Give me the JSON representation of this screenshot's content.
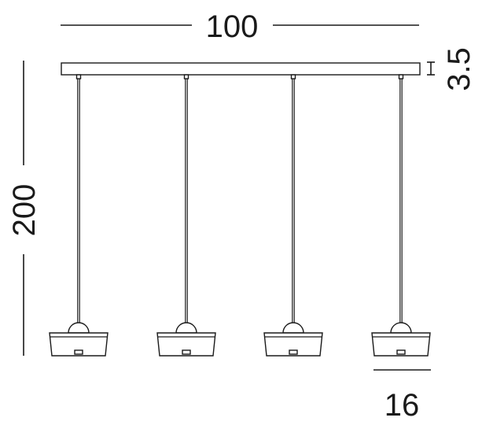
{
  "dimensions": {
    "width": "100",
    "canopy_height": "3.5",
    "overall_height": "200",
    "shade_width": "16"
  },
  "pendant_count": 4,
  "colors": {
    "line": "#1a1a1a",
    "background": "#ffffff"
  }
}
